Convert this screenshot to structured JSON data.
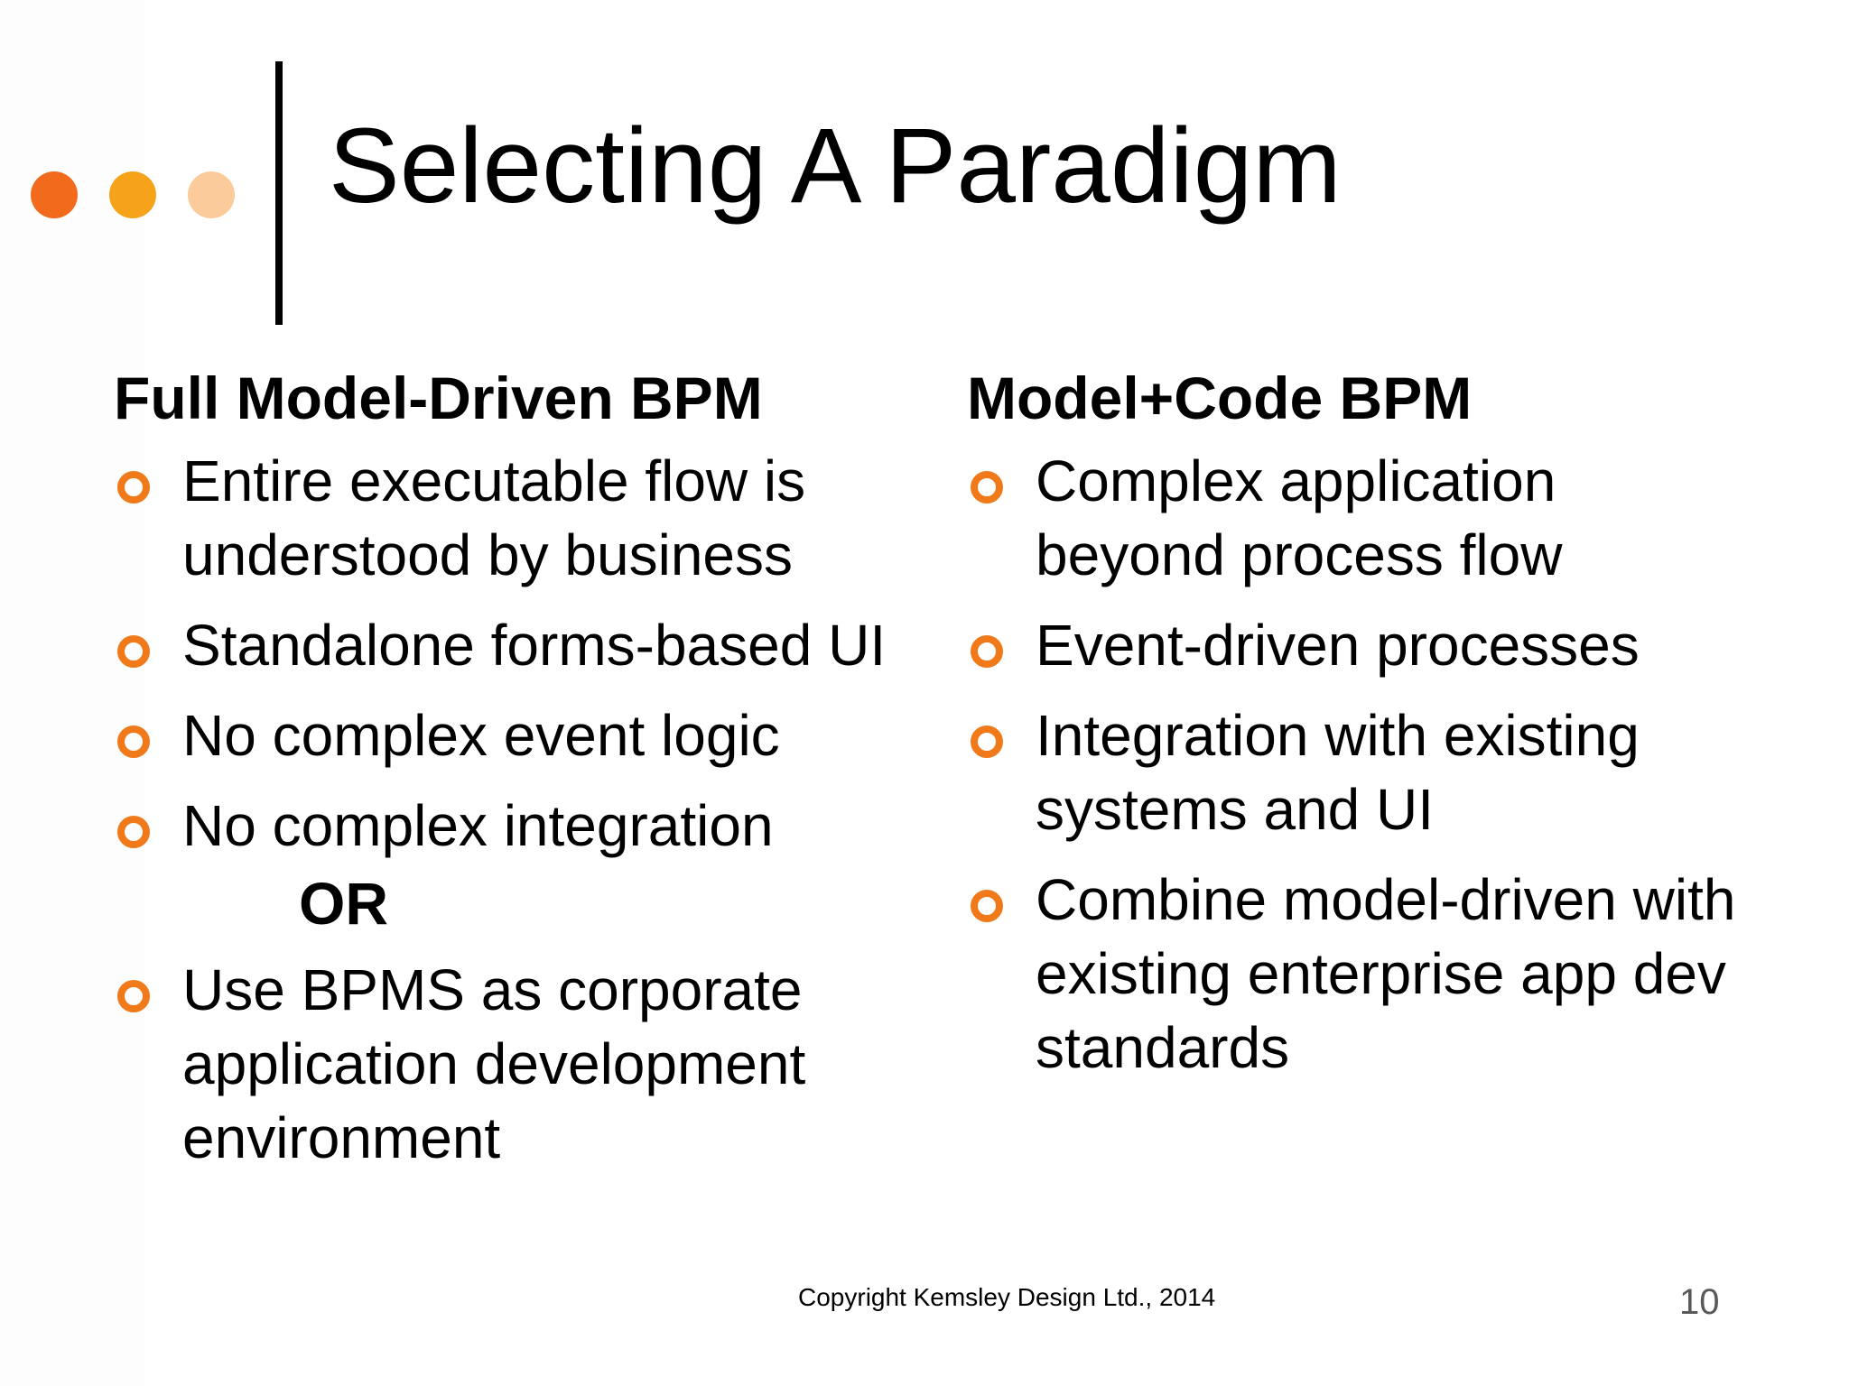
{
  "slide": {
    "title": "Selecting A Paradigm",
    "decoration_colors": [
      "#F26A1B",
      "#F5A318",
      "#FBCB9B"
    ],
    "rule_color": "#000000",
    "bullet_icon": "hollow-circle-icon",
    "bullet_color": "#F07A1A"
  },
  "left_column": {
    "heading": "Full Model-Driven BPM",
    "items": [
      "Entire executable flow is understood by business",
      "Standalone forms-based UI",
      "No complex event logic",
      "No complex integration"
    ],
    "separator": "OR",
    "after_items": [
      "Use BPMS as corporate application development environment"
    ]
  },
  "right_column": {
    "heading": "Model+Code BPM",
    "items": [
      "Complex application beyond process flow",
      "Event-driven processes",
      "Integration with existing systems and UI",
      "Combine model-driven with existing enterprise app dev standards"
    ]
  },
  "footer": {
    "copyright": "Copyright Kemsley Design Ltd., 2014",
    "page_number": "10"
  }
}
